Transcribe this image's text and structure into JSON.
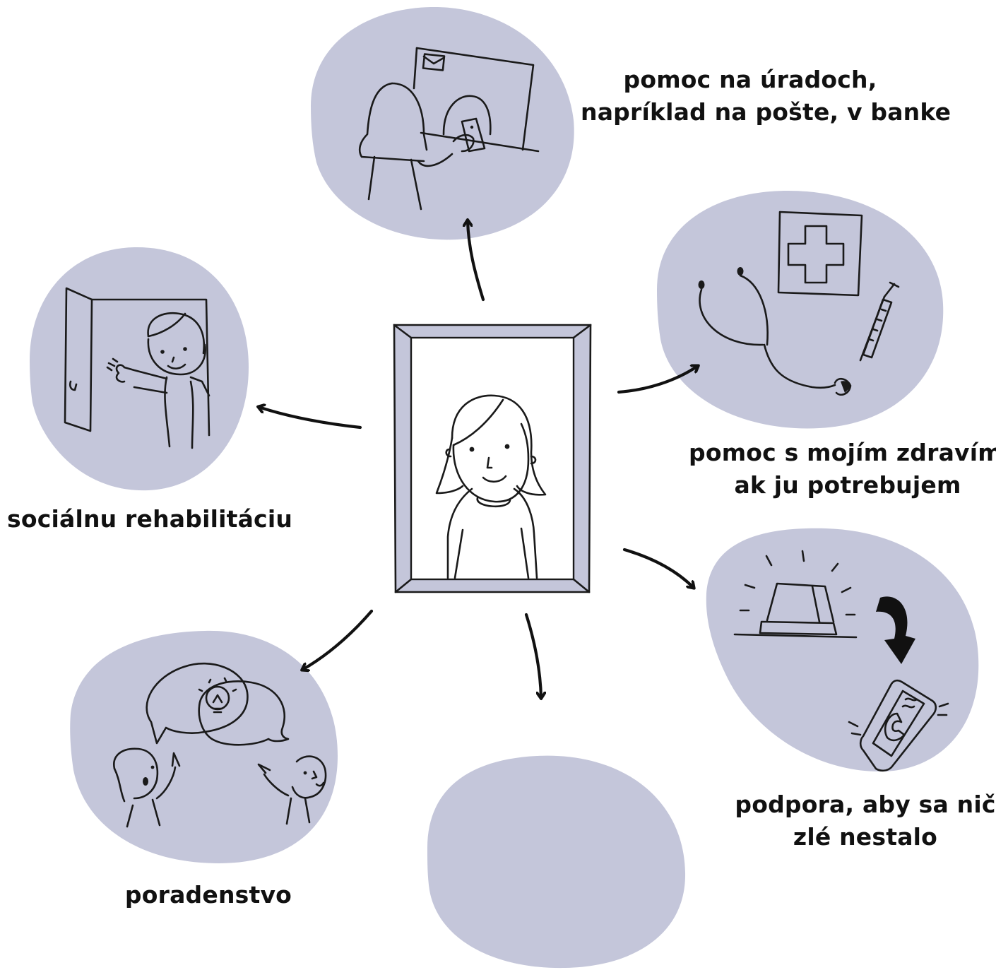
{
  "colors": {
    "blob": "#c4c6da",
    "ink": "#1a1a1a",
    "background": "#ffffff"
  },
  "center": {
    "icon": "person-portrait-icon"
  },
  "nodes": [
    {
      "id": "offices",
      "icon": "post-office-counter-icon",
      "lines": [
        "pomoc  na úradoch,",
        "napríklad na pošte, v banke"
      ]
    },
    {
      "id": "health",
      "icon": "stethoscope-first-aid-syringe-icon",
      "lines": [
        "pomoc s mojím zdravím,",
        "ak ju potrebujem"
      ]
    },
    {
      "id": "safety",
      "icon": "alarm-light-phone-icon",
      "lines": [
        "podpora, aby sa nič",
        "zlé nestalo"
      ]
    },
    {
      "id": "empty",
      "icon": "empty-blob",
      "lines": []
    },
    {
      "id": "counseling",
      "icon": "conversation-idea-icon",
      "lines": [
        "poradenstvo"
      ]
    },
    {
      "id": "rehab",
      "icon": "person-at-door-icon",
      "lines": [
        "sociálnu rehabilitáciu"
      ]
    }
  ]
}
